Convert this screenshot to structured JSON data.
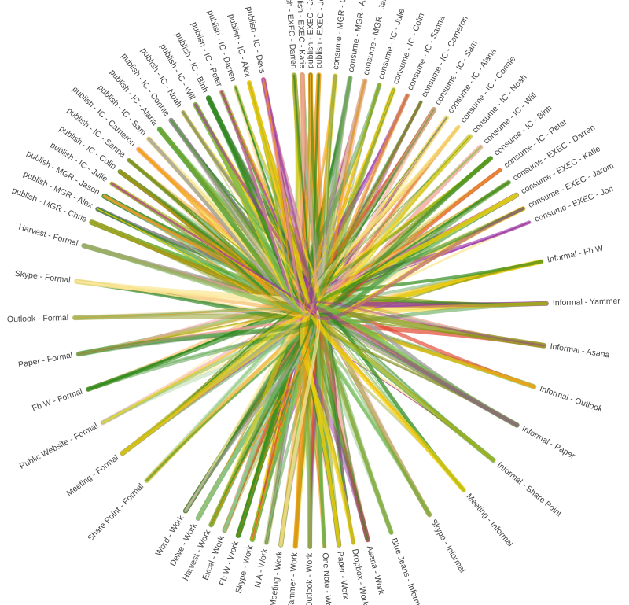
{
  "diagram": {
    "type": "edge-bundling",
    "colors": {
      "green": "#2e8b1f",
      "light_green": "#6fb84a",
      "olive": "#8a9a1a",
      "yellow": "#f2d20a",
      "pale_yellow": "#fbe89a",
      "orange": "#f29a12",
      "red": "#e0402a",
      "pink": "#f29a9a",
      "purple": "#9a2fa8",
      "gray": "#9e9e9e",
      "sage": "#8fc88a"
    },
    "nodes": [
      {
        "id": "pub-exec-darren",
        "label": "publish - EXEC - Darren",
        "group": "publish",
        "color": "green"
      },
      {
        "id": "pub-exec-katie",
        "label": "publish - EXEC - Katie",
        "group": "publish",
        "color": "orange"
      },
      {
        "id": "pub-exec-jarom",
        "label": "publish - EXEC - Jarom",
        "group": "publish",
        "color": "olive"
      },
      {
        "id": "pub-exec-jon",
        "label": "publish - EXEC - Jon",
        "group": "publish",
        "color": "orange"
      },
      {
        "id": "con-mgr-chris",
        "label": "consume - MGR - Chris",
        "group": "consume",
        "color": "orange"
      },
      {
        "id": "con-mgr-alex",
        "label": "consume - MGR - Alex",
        "group": "consume",
        "color": "green"
      },
      {
        "id": "con-mgr-jason",
        "label": "consume - MGR - Jason",
        "group": "consume",
        "color": "olive"
      },
      {
        "id": "con-ic-julie",
        "label": "consume - IC - Julie",
        "group": "consume",
        "color": "yellow"
      },
      {
        "id": "con-ic-colin",
        "label": "consume - IC - Colin",
        "group": "consume",
        "color": "pale_yellow"
      },
      {
        "id": "con-ic-sanna",
        "label": "consume - IC - Sanna",
        "group": "consume",
        "color": "purple"
      },
      {
        "id": "con-ic-cameron",
        "label": "consume - IC - Cameron",
        "group": "consume",
        "color": "purple"
      },
      {
        "id": "con-ic-sam",
        "label": "consume - IC - Sam",
        "group": "consume",
        "color": "olive"
      },
      {
        "id": "con-ic-alana",
        "label": "consume - IC - Alana",
        "group": "consume",
        "color": "purple"
      },
      {
        "id": "con-ic-connie",
        "label": "consume - IC - Connie",
        "group": "consume",
        "color": "purple"
      },
      {
        "id": "con-ic-noah",
        "label": "consume - IC - Noah",
        "group": "consume",
        "color": "green"
      },
      {
        "id": "con-ic-will",
        "label": "consume - IC - Will",
        "group": "consume",
        "color": "red"
      },
      {
        "id": "con-ic-binh",
        "label": "consume - IC - Binh",
        "group": "consume",
        "color": "yellow"
      },
      {
        "id": "con-ic-peter",
        "label": "consume - IC - Peter",
        "group": "consume",
        "color": "olive"
      },
      {
        "id": "con-exec-darren",
        "label": "consume - EXEC - Darren",
        "group": "consume",
        "color": "orange"
      },
      {
        "id": "con-exec-katie",
        "label": "consume - EXEC - Katie",
        "group": "consume",
        "color": "purple"
      },
      {
        "id": "con-exec-jarom",
        "label": "consume - EXEC - Jarom",
        "group": "consume",
        "color": "pale_yellow"
      },
      {
        "id": "con-exec-jon",
        "label": "consume - EXEC - Jon",
        "group": "consume",
        "color": "purple"
      },
      {
        "id": "inf-fbw",
        "label": "Informal - Fb W",
        "group": "informal",
        "color": "green"
      },
      {
        "id": "inf-yammer",
        "label": "Informal - Yammer",
        "group": "informal",
        "color": "olive"
      },
      {
        "id": "inf-asana",
        "label": "Informal - Asana",
        "group": "informal",
        "color": "pale_yellow"
      },
      {
        "id": "inf-outlook",
        "label": "Informal - Outlook",
        "group": "informal",
        "color": "red"
      },
      {
        "id": "inf-paper",
        "label": "Informal - Paper",
        "group": "informal",
        "color": "gray"
      },
      {
        "id": "inf-sharepoint",
        "label": "Informal - Share Point",
        "group": "informal",
        "color": "green"
      },
      {
        "id": "meeting-inf",
        "label": "Meeting - Informal",
        "group": "informal",
        "color": "olive"
      },
      {
        "id": "skype-inf",
        "label": "Skype - Informal",
        "group": "informal",
        "color": "sage"
      },
      {
        "id": "bluejeans-inf",
        "label": "Blue Jeans - Informal",
        "group": "informal",
        "color": "sage"
      },
      {
        "id": "asana-work",
        "label": "Asana - Work",
        "group": "work",
        "color": "olive"
      },
      {
        "id": "dropbox-work",
        "label": "Dropbox - Work",
        "group": "work",
        "color": "green"
      },
      {
        "id": "paper-work",
        "label": "Paper - Work",
        "group": "work",
        "color": "green"
      },
      {
        "id": "onenote-work",
        "label": "One Note - Work",
        "group": "work",
        "color": "orange"
      },
      {
        "id": "outlook-work",
        "label": "Outlook - Work",
        "group": "work",
        "color": "light_green"
      },
      {
        "id": "yammer-work",
        "label": "Yammer - Work",
        "group": "work",
        "color": "yellow"
      },
      {
        "id": "meeting-work",
        "label": "Meeting - Work",
        "group": "work",
        "color": "light_green"
      },
      {
        "id": "na-work",
        "label": "N A - Work",
        "group": "work",
        "color": "gray"
      },
      {
        "id": "skype-work",
        "label": "Skype - Work",
        "group": "work",
        "color": "light_green"
      },
      {
        "id": "fbw-work",
        "label": "Fb W - Work",
        "group": "work",
        "color": "green"
      },
      {
        "id": "excel-work",
        "label": "Excel - Work",
        "group": "work",
        "color": "sage"
      },
      {
        "id": "harvest-work",
        "label": "Harvest - Work",
        "group": "work",
        "color": "sage"
      },
      {
        "id": "delve-work",
        "label": "Delve - Work",
        "group": "work",
        "color": "sage"
      },
      {
        "id": "word-work",
        "label": "Word - Work",
        "group": "work",
        "color": "pale_yellow"
      },
      {
        "id": "sharepoint-formal",
        "label": "Share Point - Formal",
        "group": "formal",
        "color": "yellow"
      },
      {
        "id": "meeting-formal",
        "label": "Meeting - Formal",
        "group": "formal",
        "color": "olive"
      },
      {
        "id": "publicweb-formal",
        "label": "Public Website - Formal",
        "group": "formal",
        "color": "pale_yellow"
      },
      {
        "id": "fbw-formal",
        "label": "Fb W - Formal",
        "group": "formal",
        "color": "green"
      },
      {
        "id": "paper-formal",
        "label": "Paper - Formal",
        "group": "formal",
        "color": "olive"
      },
      {
        "id": "outlook-formal",
        "label": "Outlook - Formal",
        "group": "formal",
        "color": "olive"
      },
      {
        "id": "skype-formal",
        "label": "Skype - Formal",
        "group": "formal",
        "color": "pale_yellow"
      },
      {
        "id": "harvest-formal",
        "label": "Harvest - Formal",
        "group": "formal",
        "color": "pink"
      },
      {
        "id": "pub-mgr-chris",
        "label": "publish - MGR - Chris",
        "group": "publish",
        "color": "olive"
      },
      {
        "id": "pub-mgr-alex",
        "label": "publish - MGR - Alex",
        "group": "publish",
        "color": "green"
      },
      {
        "id": "pub-mgr-jason",
        "label": "publish - MGR - Jason",
        "group": "publish",
        "color": "orange"
      },
      {
        "id": "pub-ic-julie",
        "label": "publish - IC - Julie",
        "group": "publish",
        "color": "yellow"
      },
      {
        "id": "pub-ic-colin",
        "label": "publish - IC - Colin",
        "group": "publish",
        "color": "green"
      },
      {
        "id": "pub-ic-sanna",
        "label": "publish - IC - Sanna",
        "group": "publish",
        "color": "orange"
      },
      {
        "id": "pub-ic-cameron",
        "label": "publish - IC - Cameron",
        "group": "publish",
        "color": "orange"
      },
      {
        "id": "pub-ic-sam",
        "label": "publish - IC - Sam",
        "group": "publish",
        "color": "pale_yellow"
      },
      {
        "id": "pub-ic-alana",
        "label": "publish - IC - Alana",
        "group": "publish",
        "color": "olive"
      },
      {
        "id": "pub-ic-connie",
        "label": "publish - IC - Connie",
        "group": "publish",
        "color": "green"
      },
      {
        "id": "pub-ic-noah",
        "label": "publish - IC - Noah",
        "group": "publish",
        "color": "olive"
      },
      {
        "id": "pub-ic-will",
        "label": "publish - IC - Will",
        "group": "publish",
        "color": "yellow"
      },
      {
        "id": "pub-ic-binh",
        "label": "publish - IC - Binh",
        "group": "publish",
        "color": "green"
      },
      {
        "id": "pub-ic-peter",
        "label": "publish - IC - Peter",
        "group": "publish",
        "color": "orange"
      },
      {
        "id": "pub-ic-darren",
        "label": "publish - IC - Darren",
        "group": "publish",
        "color": "green"
      },
      {
        "id": "pub-ic-alex",
        "label": "publish - IC - Alex",
        "group": "publish",
        "color": "yellow"
      },
      {
        "id": "pub-ic-devs",
        "label": "publish - IC - Devs",
        "group": "publish",
        "color": "purple"
      }
    ]
  }
}
